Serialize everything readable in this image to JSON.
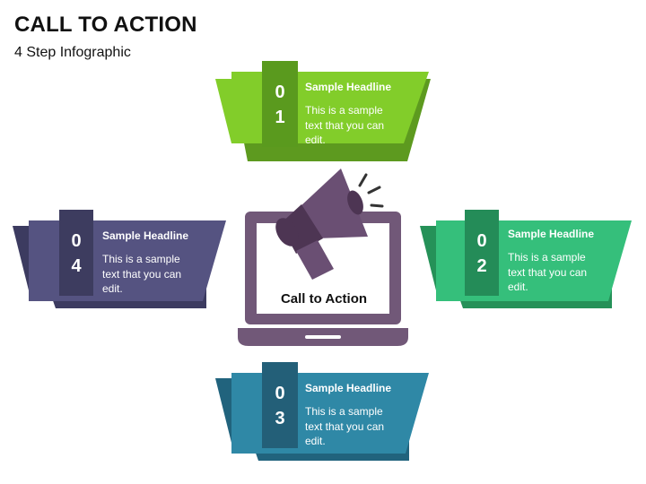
{
  "slide": {
    "title": "CALL TO ACTION",
    "subtitle": "4 Step Infographic",
    "center_label": "Call to Action"
  },
  "steps": [
    {
      "digit1": "0",
      "digit2": "1",
      "headline": "Sample Headline",
      "text": "This is a sample text that you can edit.",
      "colors": {
        "main": "#82cd2a",
        "dark": "#5d9a1f",
        "tab": "#5a9a1e"
      }
    },
    {
      "digit1": "0",
      "digit2": "2",
      "headline": "Sample Headline",
      "text": "This is a sample text that you can edit.",
      "colors": {
        "main": "#35bf7b",
        "dark": "#259158",
        "tab": "#248c58"
      }
    },
    {
      "digit1": "0",
      "digit2": "3",
      "headline": "Sample Headline",
      "text": "This is a sample text that you can edit.",
      "colors": {
        "main": "#2f88a6",
        "dark": "#21637d",
        "tab": "#235f78"
      }
    },
    {
      "digit1": "0",
      "digit2": "4",
      "headline": "Sample Headline",
      "text": "This is a sample text that you can edit.",
      "colors": {
        "main": "#555381",
        "dark": "#3c3b60",
        "tab": "#3d3c5f"
      }
    }
  ],
  "illustration": {
    "icons": [
      "laptop-icon",
      "megaphone-icon"
    ],
    "colors": {
      "laptop": "#715878",
      "screen": "#ffffff",
      "megaphone": "#6a4f73",
      "megaphone_dark": "#4d3553"
    }
  }
}
